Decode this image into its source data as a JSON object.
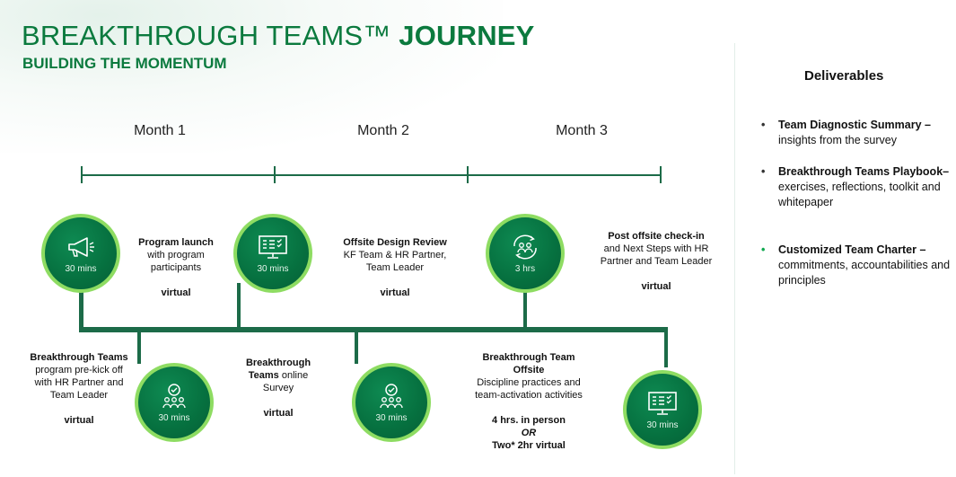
{
  "header": {
    "title_main": "BREAKTHROUGH TEAMS™",
    "title_bold": "JOURNEY",
    "subtitle": "BUILDING THE MOMENTUM"
  },
  "months": [
    "Month 1",
    "Month 2",
    "Month 3"
  ],
  "top_steps": [
    {
      "icon": "megaphone-icon",
      "duration": "30 mins",
      "title": "Program launch",
      "desc": "with program participants",
      "mode": "virtual"
    },
    {
      "icon": "survey-screen-icon",
      "duration": "30 mins",
      "title": "Offsite Design Review",
      "desc": "KF Team &  HR Partner, Team Leader",
      "mode": "virtual"
    },
    {
      "icon": "team-cycle-icon",
      "duration": "3 hrs",
      "title": "Post offsite check-in",
      "desc": "and Next Steps with HR Partner and Team Leader",
      "mode": "virtual"
    }
  ],
  "bottom_steps": [
    {
      "icon": "team-check-icon",
      "duration": "30 mins",
      "title": "Breakthrough Teams",
      "desc": "program pre-kick off with HR Partner and Team Leader",
      "mode": "virtual"
    },
    {
      "icon": "team-check-icon",
      "duration": "30 mins",
      "title": "Breakthrough Teams",
      "desc": "online Survey",
      "mode": "virtual"
    },
    {
      "icon": "survey-screen-icon",
      "duration": "30 mins",
      "title": "Breakthrough Team Offsite",
      "desc": "Discipline practices and team-activation activities",
      "mode_line1": "4 hrs. in person",
      "mode_or": "OR",
      "mode_line2": "Two* 2hr virtual"
    }
  ],
  "deliverables": {
    "title": "Deliverables",
    "items": [
      {
        "bold": "Team Diagnostic Summary –",
        "text": "insights from the survey",
        "bullet": "•"
      },
      {
        "bold": "Breakthrough Teams Playbook–",
        "text": "exercises, reflections, toolkit and whitepaper",
        "bullet": "•"
      },
      {
        "bold": "Customized Team Charter –",
        "text": "commitments, accountabilities and principles",
        "bullet": "•"
      }
    ]
  },
  "colors": {
    "primary_green": "#0b7a3e",
    "circle_ring": "#8edc62",
    "line": "#1c6b48"
  }
}
